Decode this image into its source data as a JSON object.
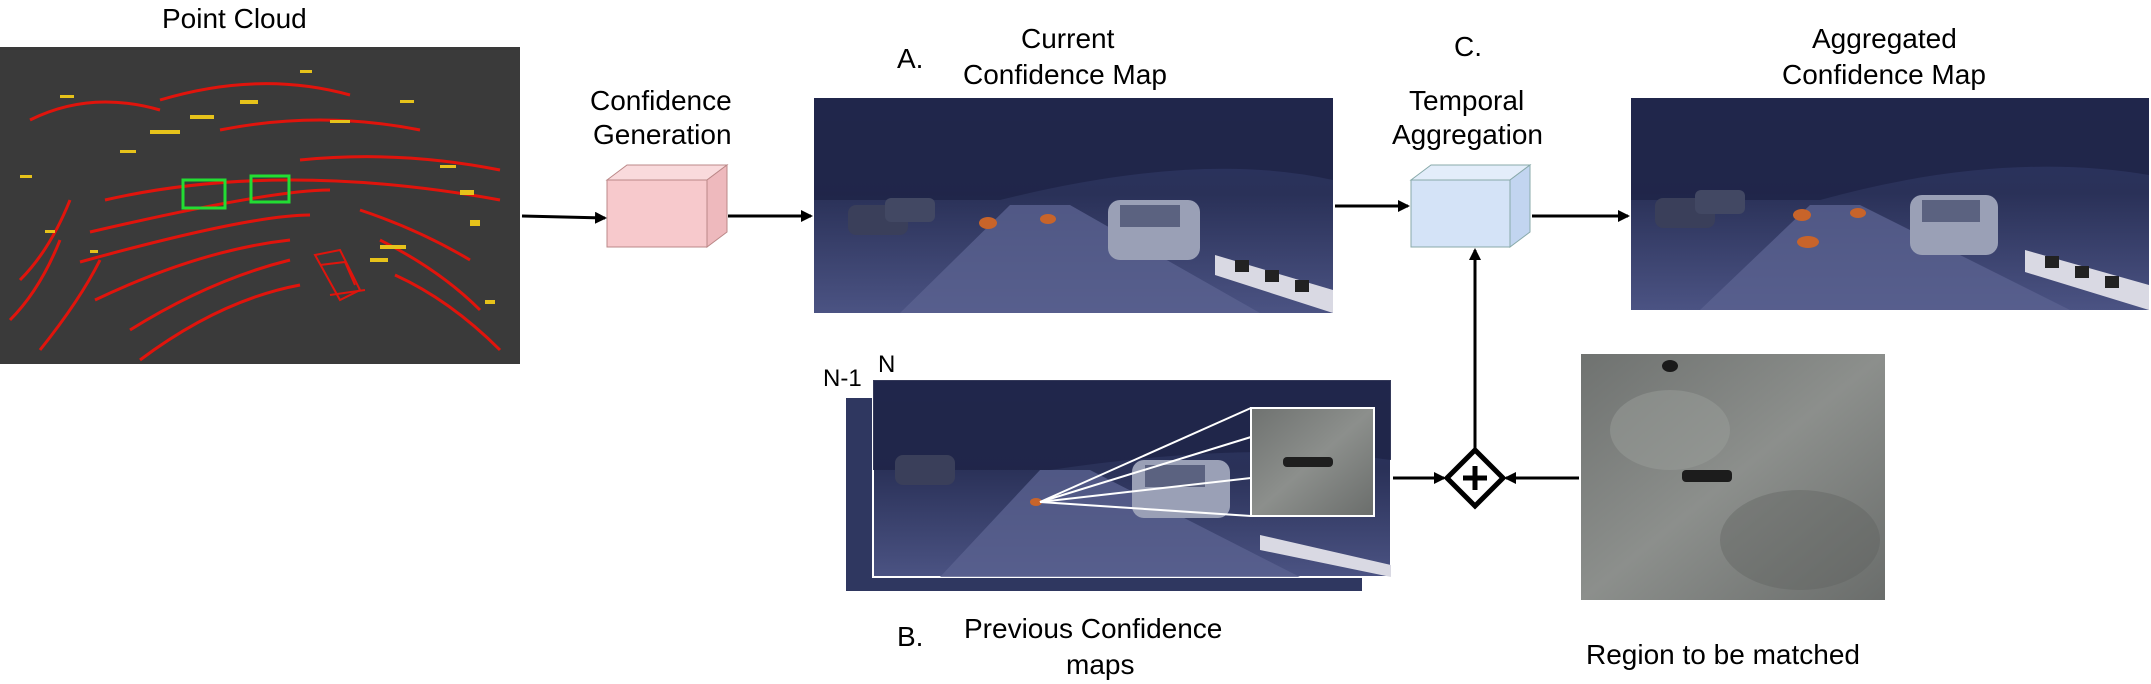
{
  "labels": {
    "point_cloud": "Point Cloud",
    "confidence_generation_1": "Confidence",
    "confidence_generation_2": "Generation",
    "marker_a": "A.",
    "current_map_1": "Current",
    "current_map_2": "Confidence Map",
    "marker_c": "C.",
    "temporal_1": "Temporal",
    "temporal_2": "Aggregation",
    "aggregated_1": "Aggregated",
    "aggregated_2": "Confidence Map",
    "frame_n_minus_1": "N-1",
    "frame_n": "N",
    "marker_b": "B.",
    "previous_1": "Previous Confidence",
    "previous_2": "maps",
    "region": "Region to be matched"
  },
  "colors": {
    "pointcloud_bg": "#3a3a3a",
    "lidar_red": "#e0140c",
    "lidar_yellow": "#e6c21a",
    "roi_green": "#22dd33",
    "gen_block": "#f7c9cc",
    "agg_block": "#d4e3f7",
    "road_night": "#323a66",
    "confidence_spot": "#c8642a"
  },
  "icons": {
    "sum_node": "plus-in-diamond-icon"
  }
}
